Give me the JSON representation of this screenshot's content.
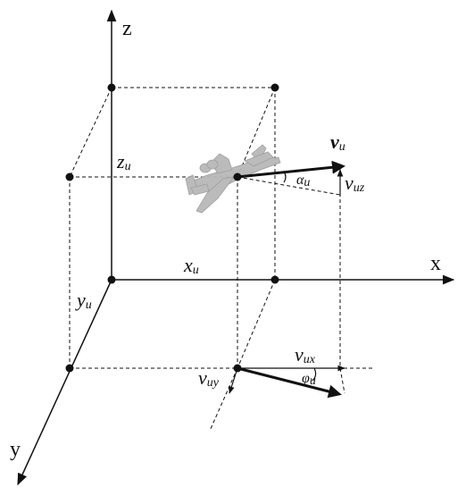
{
  "axes": {
    "x": "x",
    "y": "y",
    "z": "z"
  },
  "labels": {
    "xu": {
      "main": "x",
      "sub": "u"
    },
    "yu": {
      "main": "y",
      "sub": "u"
    },
    "zu": {
      "main": "z",
      "sub": "u"
    },
    "vu": {
      "main": "v",
      "sub": "u"
    },
    "vuz": {
      "main": "v",
      "sub": "uz"
    },
    "vux": {
      "main": "v",
      "sub": "ux"
    },
    "vuy": {
      "main": "v",
      "sub": "uy"
    },
    "alpha": {
      "main": "α",
      "sub": "u"
    },
    "phi": {
      "main": "φ",
      "sub": "u"
    }
  },
  "icons": {
    "aircraft": "aircraft-icon"
  },
  "colors": {
    "line": "#111111",
    "aircraft": "#b8b8b8"
  }
}
